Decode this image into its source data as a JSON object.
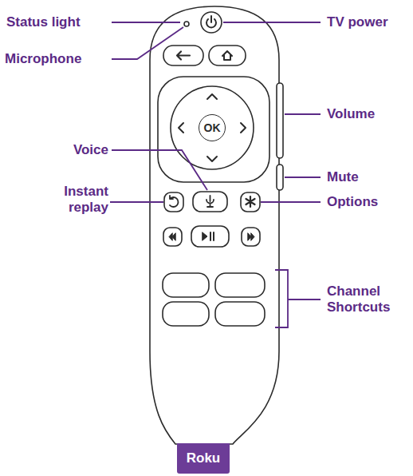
{
  "diagram": {
    "nodes": [
      {
        "text": [
          "OK"
        ]
      },
      {
        "text": [
          "Roku"
        ]
      }
    ],
    "labels": [
      "Status light",
      "Microphone",
      "TV power",
      "Volume",
      "Voice",
      "Mute",
      "Instant replay",
      "Options",
      "Channel Shortcuts"
    ]
  }
}
